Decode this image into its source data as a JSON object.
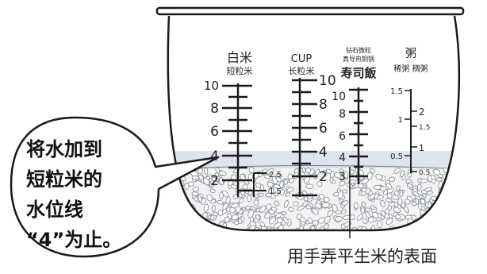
{
  "headings": {
    "white_rice": "白米",
    "short_grain": "短粒米",
    "cup": "CUP",
    "long_grain": "长粒米",
    "diamond_small": "钻石微粒",
    "diamond_small2": "真导热铜锅",
    "sushi": "寿司飯",
    "porridge": "粥",
    "porridge_sub": "稀粥 稠粥"
  },
  "scales": {
    "white_rice": [
      "10",
      "8",
      "6",
      "4",
      "2"
    ],
    "white_rice_sub": [
      "2.5",
      "1.5"
    ],
    "cup": [
      "10",
      "8",
      "6",
      "4",
      "2"
    ],
    "sushi": [
      "10",
      "8",
      "6",
      "4",
      "3"
    ],
    "porridge_left": [
      "1.5",
      "1",
      "0.5"
    ],
    "porridge_right": [
      "2",
      "1.5",
      "1",
      "0.5"
    ]
  },
  "callout": {
    "line1": "将水加到",
    "line2": "短粒米的",
    "line3": "水位线",
    "line4": "“4”为止。"
  },
  "footer_label": "用手弄平生米的表面",
  "colors": {
    "water": "#dfe3ec",
    "rice_dot": "#8a8f97",
    "line": "#1b1b1b"
  }
}
